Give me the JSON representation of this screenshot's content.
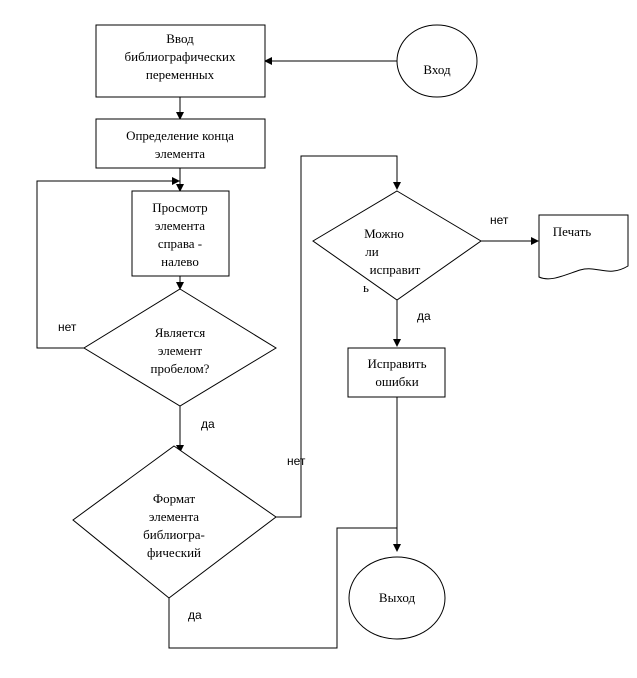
{
  "nodes": {
    "start": "Вход",
    "input": [
      "Ввод",
      "библиографических",
      "переменных"
    ],
    "define_end": [
      "Определение конца",
      "элемента"
    ],
    "scan": [
      "Просмотр",
      "элемента",
      "справа -",
      "налево"
    ],
    "is_space": [
      "Является",
      "элемент",
      "пробелом?"
    ],
    "format_check": [
      "Формат",
      "элемента",
      "библиогра-",
      "фический"
    ],
    "can_fix": [
      "Можно",
      "ли",
      "исправит",
      "ь"
    ],
    "print": "Печать",
    "fix_errors": [
      "Исправить",
      "ошибки"
    ],
    "exit": "Выход"
  },
  "edge_labels": {
    "is_space_no": "нет",
    "is_space_yes": "да",
    "format_no": "нет",
    "format_yes": "да",
    "can_fix_no": "нет",
    "can_fix_yes": "да"
  }
}
